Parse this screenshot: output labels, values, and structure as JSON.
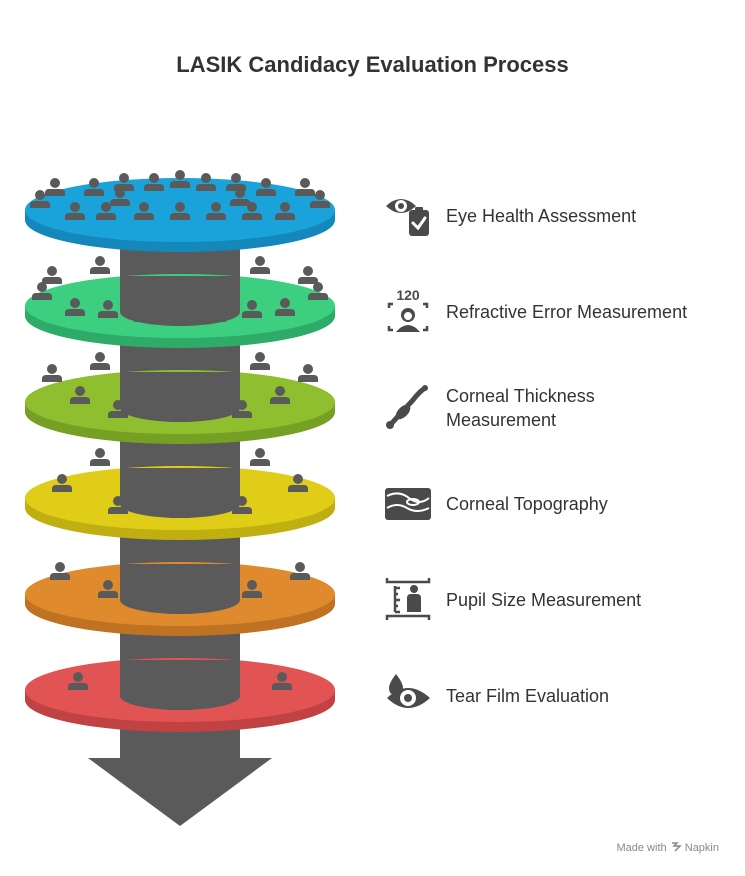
{
  "title": "LASIK Candidacy Evaluation Process",
  "stages": [
    {
      "label": "Eye Health Assessment",
      "color": "#1aa3db",
      "edge": "#1488bb",
      "icon": "eye-checklist-icon",
      "people": 20
    },
    {
      "label": "Refractive Error Measurement",
      "color": "#3ccf7f",
      "edge": "#2eab68",
      "icon": "vision-test-icon",
      "people": 16,
      "icon_text": "120"
    },
    {
      "label": "Corneal Thickness\nMeasurement",
      "color": "#8fbf2e",
      "edge": "#76a024",
      "icon": "pachymeter-probe-icon",
      "people": 12
    },
    {
      "label": "Corneal Topography",
      "color": "#e0cd18",
      "edge": "#c0af10",
      "icon": "topography-map-icon",
      "people": 9
    },
    {
      "label": "Pupil Size Measurement",
      "color": "#e08a2e",
      "edge": "#bf7222",
      "icon": "pupil-ruler-icon",
      "people": 7
    },
    {
      "label": "Tear Film Evaluation",
      "color": "#e25353",
      "edge": "#c04242",
      "icon": "tear-drop-eye-icon",
      "people": 3
    }
  ],
  "footer": {
    "made_with": "Made with",
    "brand": "Napkin"
  },
  "colors": {
    "pillar": "#5a5a5a",
    "pillar_top": "#6b6b6b",
    "person": "#5a5a5a"
  }
}
